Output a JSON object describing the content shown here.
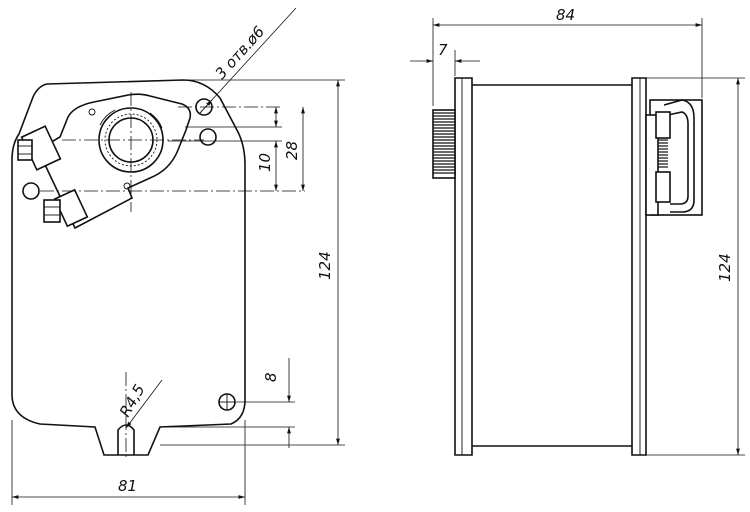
{
  "drawing": {
    "front_view": {
      "hole_note": "3 отв.ø6",
      "dim_vertical_small": "10",
      "dim_vertical_mid": "28",
      "dim_height": "124",
      "dim_bottom": "8",
      "dim_radius": "R4,5",
      "dim_width": "81"
    },
    "side_view": {
      "dim_depth": "84",
      "dim_shaft": "7",
      "dim_height": "124"
    }
  }
}
